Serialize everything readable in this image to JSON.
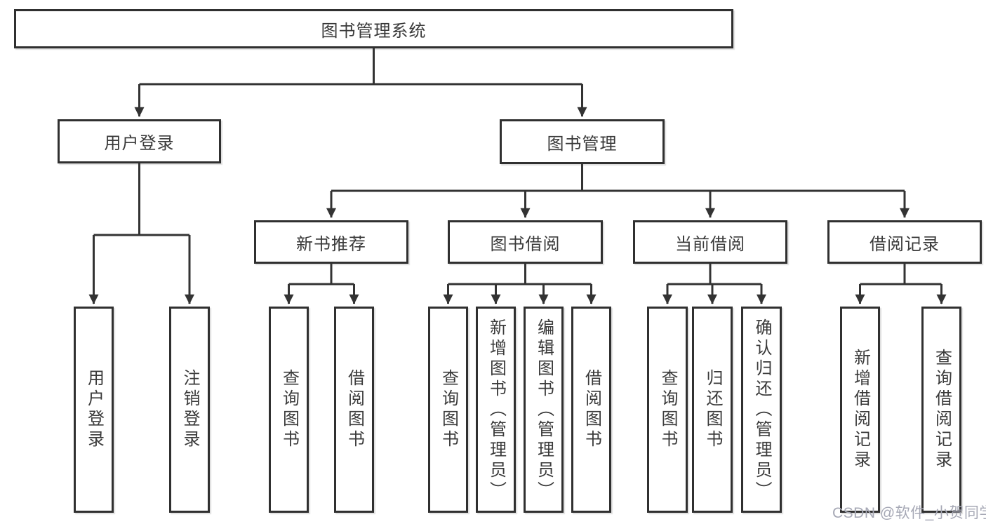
{
  "colors": {
    "line": "#333333",
    "box-border": "#303030",
    "text": "#3a3a3a",
    "watermark": "#a6a8b5",
    "background": "#ffffff"
  },
  "diagram": {
    "title": "图书管理系统",
    "branches": [
      {
        "label": "用户登录",
        "children": [
          {
            "label": "用户登录"
          },
          {
            "label": "注销登录"
          }
        ]
      },
      {
        "label": "图书管理",
        "children": [
          {
            "label": "新书推荐",
            "children": [
              {
                "label": "查询图书"
              },
              {
                "label": "借阅图书"
              }
            ]
          },
          {
            "label": "图书借阅",
            "children": [
              {
                "label": "查询图书"
              },
              {
                "label": "新增图书（管理员）"
              },
              {
                "label": "编辑图书（管理员）"
              },
              {
                "label": "借阅图书"
              }
            ]
          },
          {
            "label": "当前借阅",
            "children": [
              {
                "label": "查询图书"
              },
              {
                "label": "归还图书"
              },
              {
                "label": "确认归还（管理员）"
              }
            ]
          },
          {
            "label": "借阅记录",
            "children": [
              {
                "label": "新增借阅记录"
              },
              {
                "label": "查询借阅记录"
              }
            ]
          }
        ]
      }
    ]
  },
  "watermark": {
    "text": "CSDN @软件_小贺同学"
  }
}
